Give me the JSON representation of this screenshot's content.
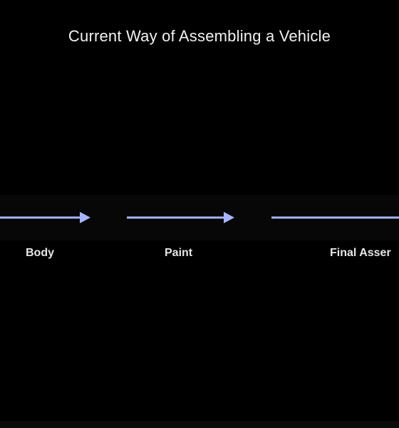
{
  "title": "Current Way of Assembling a Vehicle",
  "stages": [
    {
      "label": "Body"
    },
    {
      "label": "Paint"
    },
    {
      "label": "Final Asser"
    }
  ],
  "colors": {
    "background": "#000000",
    "arrow": "#a8b4ff",
    "text": "#ffffff"
  }
}
